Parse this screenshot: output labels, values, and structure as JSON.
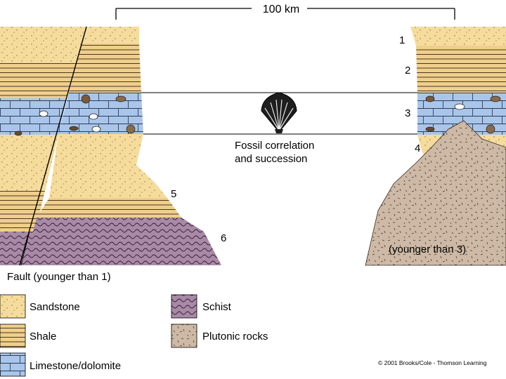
{
  "scale_label": "100 km",
  "bed_numbers": [
    "1",
    "2",
    "3",
    "4",
    "5",
    "6"
  ],
  "center_caption": [
    "Fossil correlation",
    "and succession"
  ],
  "plutonic_note": "(younger than 3)",
  "fault_label": "Fault (younger than 1)",
  "legend": [
    {
      "label": "Sandstone",
      "pattern": "sandstone"
    },
    {
      "label": "Shale",
      "pattern": "shale"
    },
    {
      "label": "Limestone/dolomite",
      "pattern": "limestone"
    },
    {
      "label": "Schist",
      "pattern": "schist"
    },
    {
      "label": "Plutonic rocks",
      "pattern": "plutonic"
    }
  ],
  "credit": "© 2001 Brooks/Cole - Thomson Learning",
  "colors": {
    "sandstone": "#f6dc9c",
    "shale": "#f0cf8c",
    "limestone": "#a9c6ea",
    "schist": "#a88aa7",
    "plutonic": "#cdb9a5"
  },
  "icons": [
    "scallop-fossil-icon",
    "shell-fossil-icon"
  ]
}
